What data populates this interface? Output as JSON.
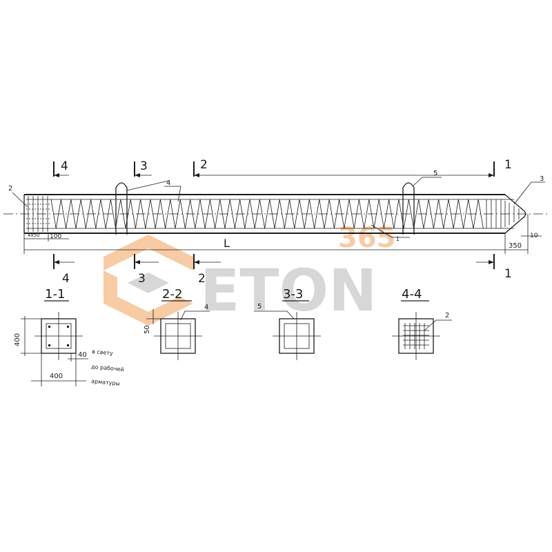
{
  "pile": {
    "length_label": "L",
    "dim_left_first": "4x50",
    "dim_left_second": "100",
    "dim_tip_length": "350",
    "dim_tip_offset": "10"
  },
  "cut_marks": [
    {
      "id": "4",
      "top": "4",
      "bottom": "4"
    },
    {
      "id": "3",
      "top": "3",
      "bottom": "3"
    },
    {
      "id": "2",
      "top": "2",
      "bottom": "2"
    },
    {
      "id": "1",
      "top": "1",
      "bottom": "1"
    }
  ],
  "callouts": {
    "mesh": "2",
    "tip": "3",
    "spiral": "4",
    "loop": "5",
    "bar": "1"
  },
  "sections": {
    "s1": {
      "title": "1-1",
      "dim_height": "400",
      "dim_width": "400",
      "dim_cover": "40",
      "note_line1": "в свету",
      "note_line2": "до рабочей",
      "note_line3": "арматуры"
    },
    "s2": {
      "title": "2-2",
      "dim_cover": "50",
      "callout": "4"
    },
    "s3": {
      "title": "3-3",
      "callout": "5"
    },
    "s4": {
      "title": "4-4",
      "callout": "2"
    }
  },
  "watermark": {
    "brand": "ETON",
    "number": "365",
    "brand_color": "#b8b8b8",
    "accent_color": "#f2a15a"
  }
}
